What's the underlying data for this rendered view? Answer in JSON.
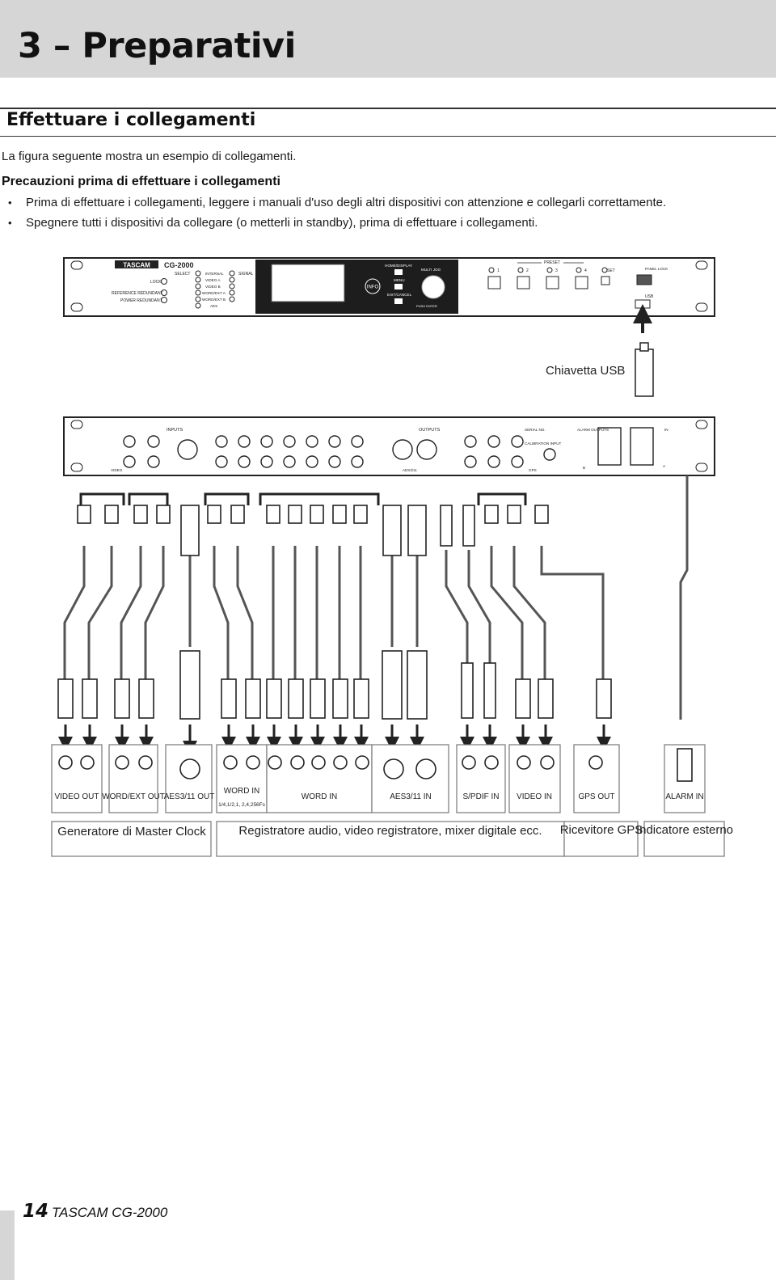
{
  "header": {
    "chapter_title": "3 – Preparativi"
  },
  "section": {
    "title": "Effettuare i collegamenti",
    "intro": "La figura seguente mostra un esempio di collegamenti.",
    "precautions_title": "Precauzioni prima di effettuare i collegamenti",
    "bullets": [
      "Prima di effettuare i collegamenti, leggere i manuali d'uso degli altri dispositivi con attenzione e collegarli correttamente.",
      "Spegnere tutti i dispositivi da collegare (o metterli in standby), prima di effettuare i collegamenti."
    ]
  },
  "front_panel": {
    "brand": "TASCAM",
    "model": "CG-2000",
    "select": "SELECT",
    "signal": "SIGNAL",
    "lock": "LOCK",
    "reference_redundant": "REFERENCE REDUNDANT",
    "power_redundant": "POWER REDUNDANT",
    "select_items": [
      "INTERNAL",
      "VIDEO A",
      "VIDEO B",
      "WORD/EXT A",
      "WORD/EXT B",
      "AES"
    ],
    "info": "INFO",
    "home_display": "HOME/DISPLAY",
    "menu": "MENU",
    "exit_cancel": "EXIT/CANCEL",
    "multi_jog": "MULTI JOG",
    "push_enter": "PUSH ENTER",
    "preset": "PRESET",
    "preset_numbers": [
      "1",
      "2",
      "3",
      "4"
    ],
    "set": "SET",
    "panel_lock": "PANEL LOCK",
    "usb": "USB"
  },
  "usb_stick_label": "Chiavetta USB",
  "rear_panel": {
    "inputs": "INPUTS",
    "outputs": "OUTPUTS",
    "serial_no": "SERIAL NO.",
    "calibration_input": "CALIBRATION INPUT",
    "alarm_outputs": "ALARM OUTPUTS",
    "aes_label": "AES3/11",
    "video": "VIDEO",
    "gps": "GPS",
    "in": "IN",
    "a": "A",
    "b": "B"
  },
  "devices": [
    {
      "label": "VIDEO OUT"
    },
    {
      "label": "WORD/EXT OUT"
    },
    {
      "label": "AES3/11 OUT"
    },
    {
      "label": "WORD IN",
      "sub": "1/4,1/2,1, 2,4,256Fs"
    },
    {
      "label": "WORD IN"
    },
    {
      "label": "AES3/11 IN"
    },
    {
      "label": "S/PDIF IN"
    },
    {
      "label": "VIDEO IN"
    },
    {
      "label": "GPS OUT"
    },
    {
      "label": "ALARM IN"
    }
  ],
  "groups": {
    "master_clock": "Generatore di Master Clock",
    "recorders": "Registratore audio, video registratore, mixer digitale ecc.",
    "gps_receiver": "Ricevitore GPS",
    "external_indicator": "Indicatore esterno"
  },
  "footer": {
    "page_number": "14",
    "product": "TASCAM CG-2000"
  }
}
